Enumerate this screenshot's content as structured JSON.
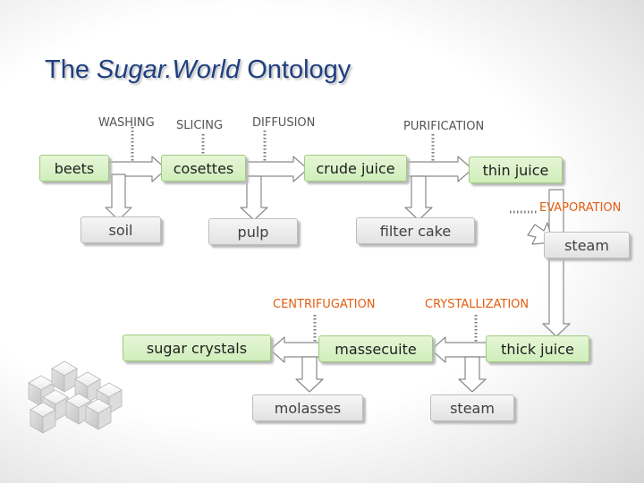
{
  "title": {
    "main": "The ",
    "italic": "Sugar.World",
    "rest": " Ontology"
  },
  "boxes": {
    "beets": "beets",
    "cosettes": "cosettes",
    "crude_juice": "crude juice",
    "thin_juice": "thin juice",
    "soil": "soil",
    "pulp": "pulp",
    "filter_cake": "filter cake",
    "steam_top": "steam",
    "sugar_crystals": "sugar crystals",
    "massecuite": "massecuite",
    "thick_juice": "thick juice",
    "molasses": "molasses",
    "steam_bottom": "steam"
  },
  "processes": {
    "washing": "WASHING",
    "slicing": "SLICING",
    "diffusion": "DIFFUSION",
    "purification": "PURIFICATION",
    "evaporation": "EVAPORATION",
    "centrifugation": "CENTRIFUGATION",
    "crystallization": "CRYSTALLIZATION"
  },
  "colors": {
    "title": "#1f3f7f",
    "process_highlight": "#e25e10",
    "arrow_fill": "#ffffff",
    "arrow_stroke": "#8a8a8a"
  }
}
